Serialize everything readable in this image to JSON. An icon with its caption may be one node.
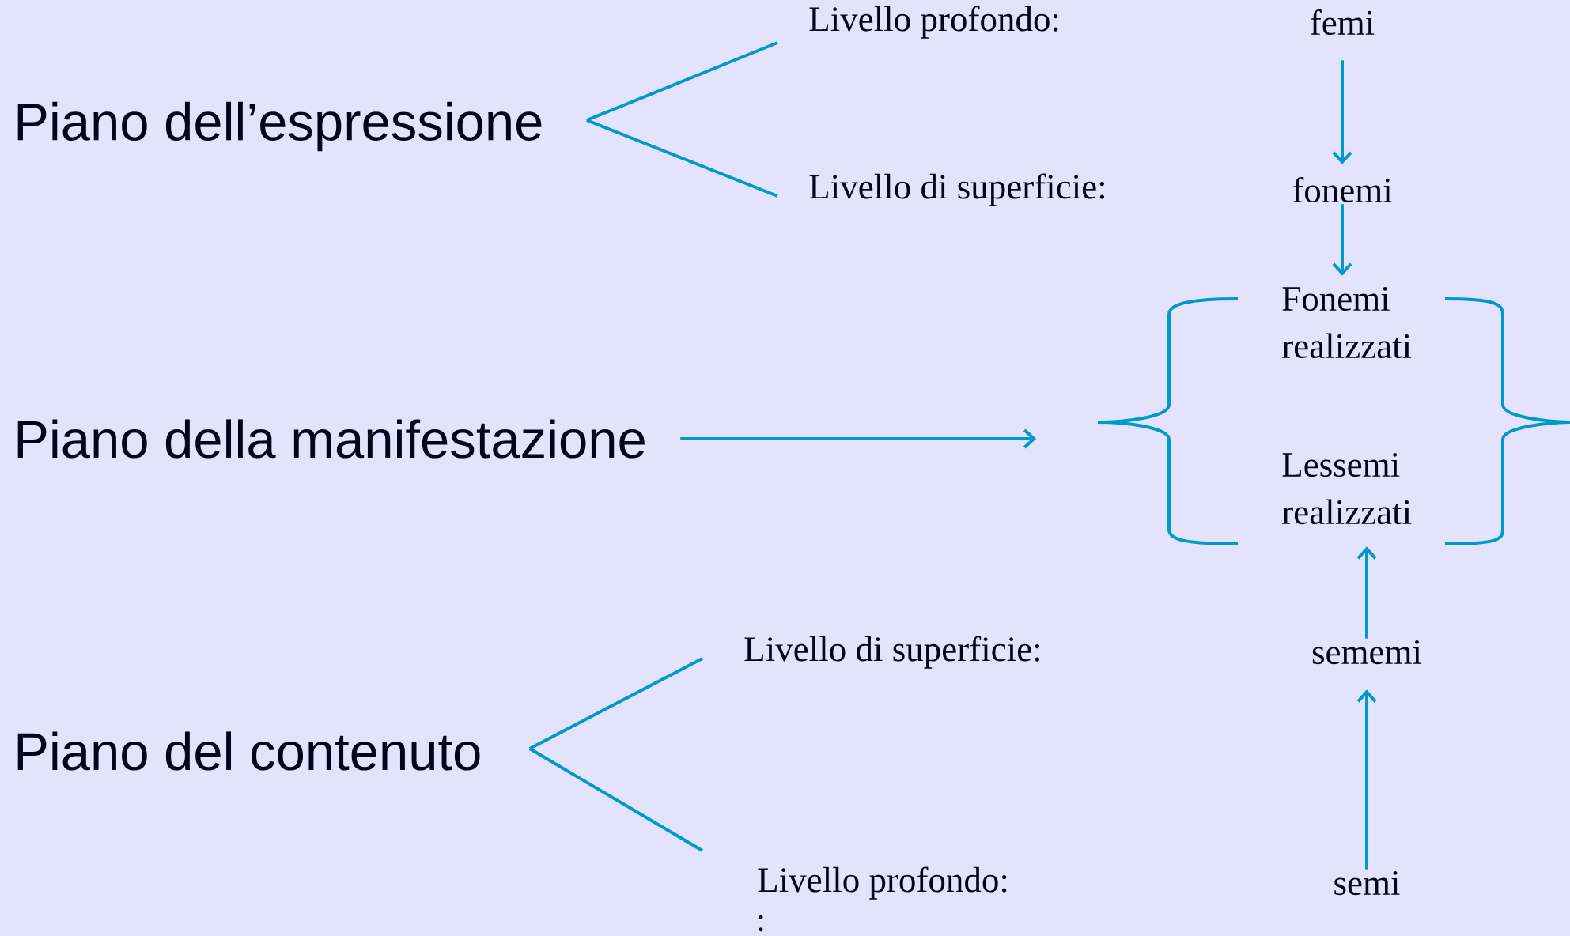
{
  "diagram": {
    "nodes": [
      {
        "text": [
          "Piano dell’espressione"
        ]
      },
      {
        "text": [
          "Livello profondo:"
        ]
      },
      {
        "text": [
          "Livello di superficie:"
        ]
      },
      {
        "text": [
          "femi"
        ]
      },
      {
        "text": [
          "fonemi"
        ]
      },
      {
        "text": [
          "Fonemi realizzati"
        ]
      },
      {
        "text": [
          "Lessemi realizzati"
        ]
      },
      {
        "text": [
          "Piano della manifestazione"
        ]
      },
      {
        "text": [
          "Livello di superficie:"
        ]
      },
      {
        "text": [
          "sememi"
        ]
      },
      {
        "text": [
          "Piano del contenuto"
        ]
      },
      {
        "text": [
          "Livello profondo:"
        ]
      },
      {
        "text": [
          "semi"
        ]
      }
    ],
    "edges": [
      {
        "from": 0,
        "to": 1,
        "arrow": "none"
      },
      {
        "from": 0,
        "to": 2,
        "arrow": "none"
      },
      {
        "from": 10,
        "to": 8,
        "arrow": "none"
      },
      {
        "from": 10,
        "to": 11,
        "arrow": "none"
      },
      {
        "from": 3,
        "to": 4,
        "arrow": "to"
      },
      {
        "from": 4,
        "to": 5,
        "arrow": "to"
      },
      {
        "from": 9,
        "to": 6,
        "arrow": "to"
      },
      {
        "from": 12,
        "to": 9,
        "arrow": "to"
      },
      {
        "from": 7,
        "to": null,
        "arrow": "to"
      }
    ],
    "labels": [
      ":"
    ]
  }
}
